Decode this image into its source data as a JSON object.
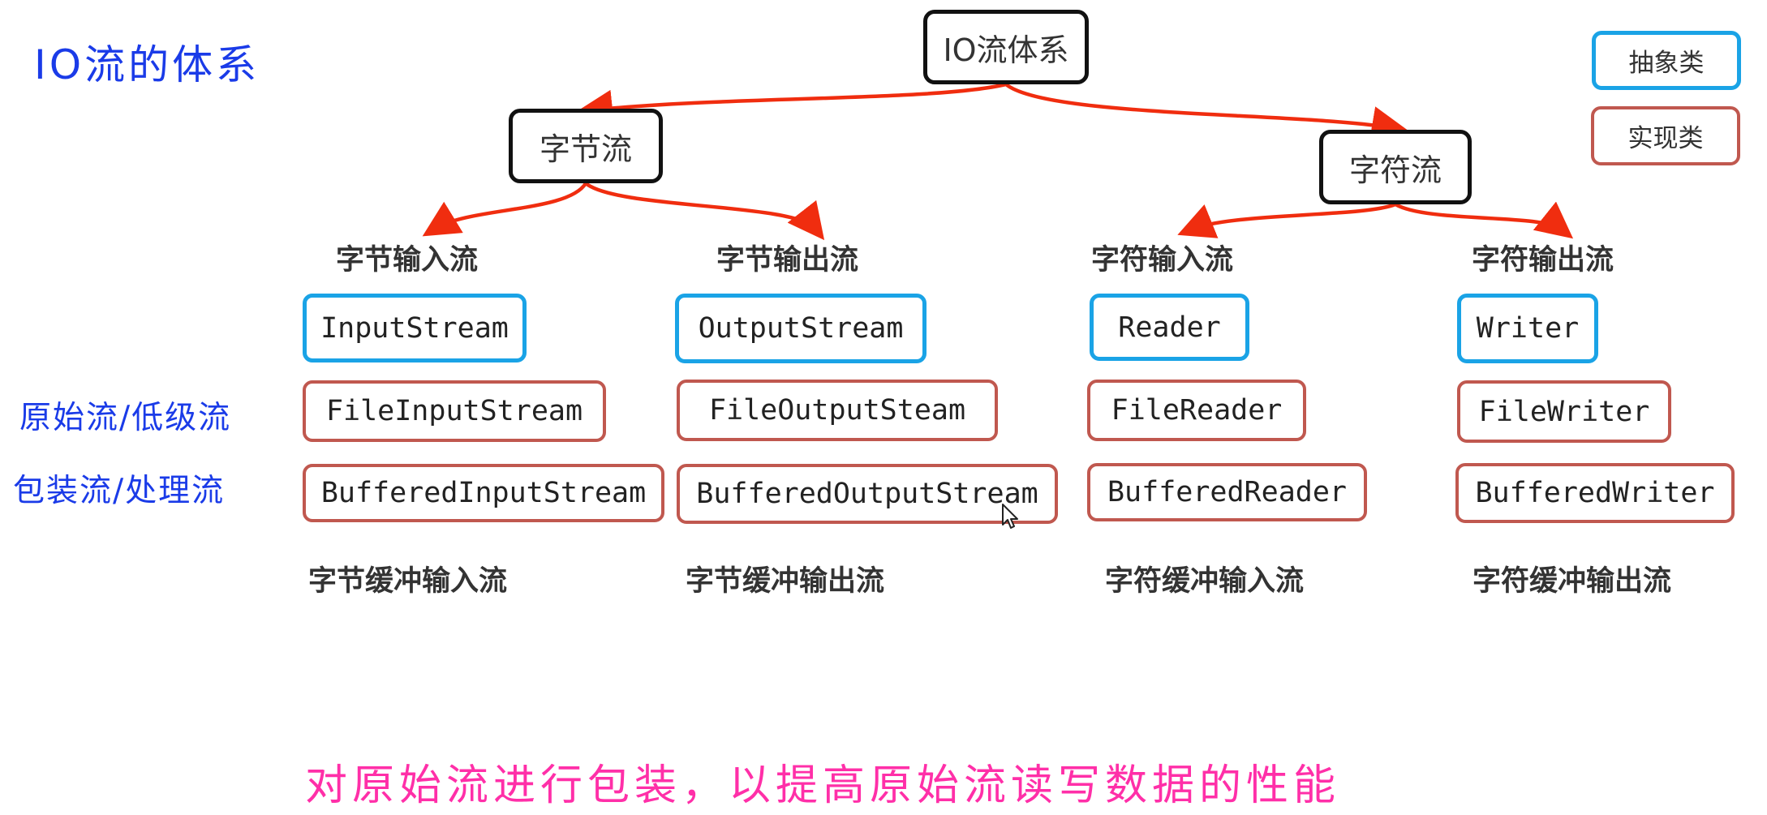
{
  "heading": "IO流的体系",
  "root": "IO流体系",
  "branches": {
    "byte": "字节流",
    "char": "字符流"
  },
  "legend": {
    "abstract": "抽象类",
    "impl": "实现类"
  },
  "columns": [
    {
      "head": "字节输入流",
      "abstract": "InputStream",
      "basic": "FileInputStream",
      "buffered": "BufferedInputStream",
      "caption": "字节缓冲输入流"
    },
    {
      "head": "字节输出流",
      "abstract": "OutputStream",
      "basic": "FileOutputSteam",
      "buffered": "BufferedOutputStream",
      "caption": "字节缓冲输出流"
    },
    {
      "head": "字符输入流",
      "abstract": "Reader",
      "basic": "FileReader",
      "buffered": "BufferedReader",
      "caption": "字符缓冲输入流"
    },
    {
      "head": "字符输出流",
      "abstract": "Writer",
      "basic": "FileWriter",
      "buffered": "BufferedWriter",
      "caption": "字符缓冲输出流"
    }
  ],
  "row_labels": {
    "basic": "原始流/低级流",
    "buffered": "包装流/处理流"
  },
  "note": "对原始流进行包装，以提高原始流读写数据的性能",
  "colors": {
    "arrow": "#f02d0f",
    "abstract_border": "#1aa3e6",
    "impl_border": "#c0584f",
    "root_border": "#111111",
    "heading": "#1a3be8",
    "note": "#ff2fa8"
  }
}
